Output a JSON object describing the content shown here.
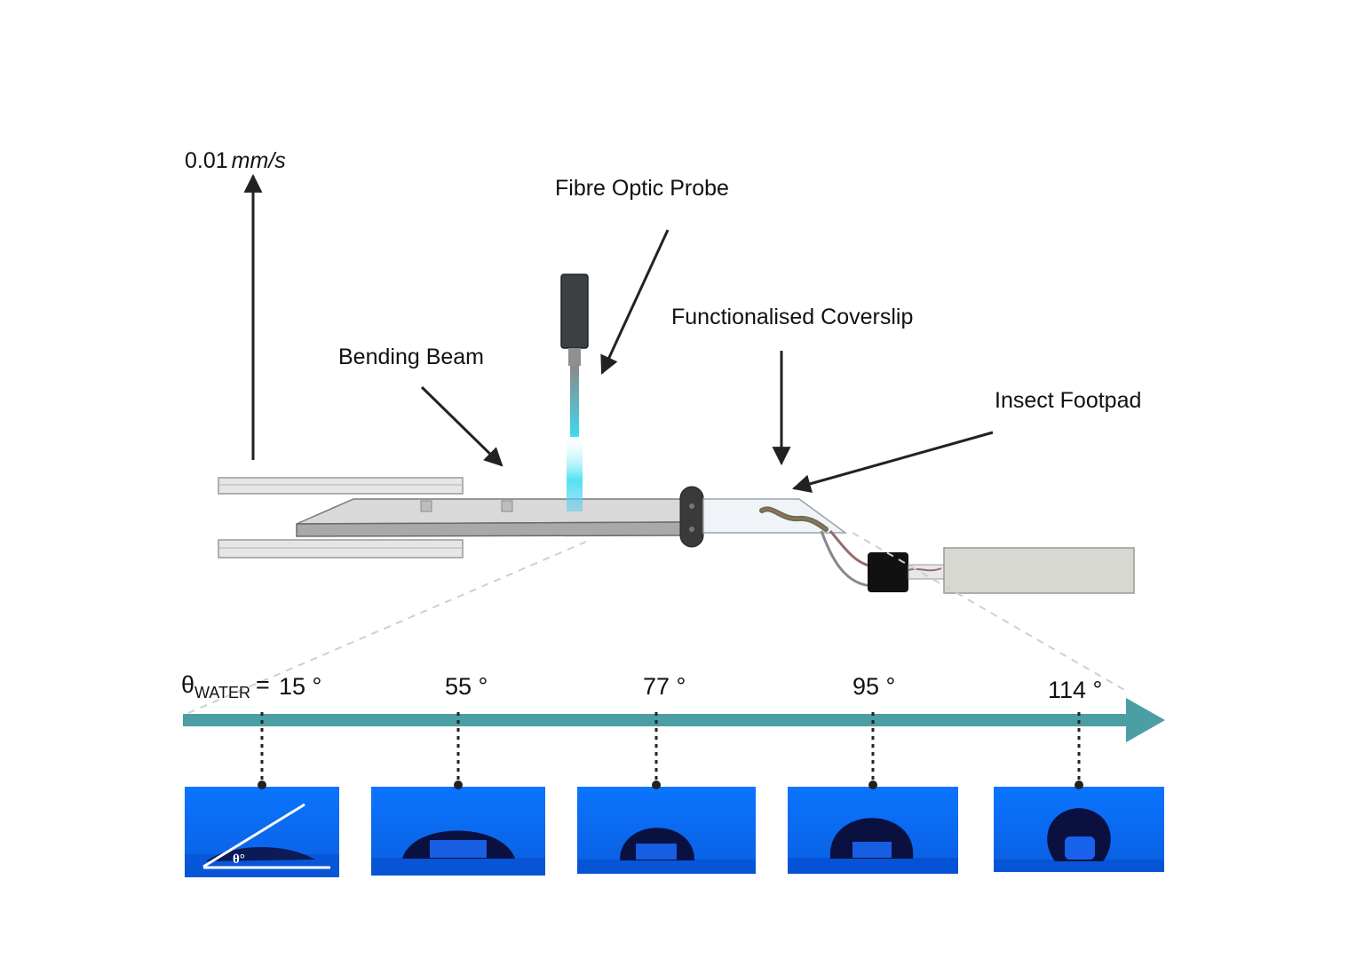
{
  "labels": {
    "speed_value": "0.01",
    "speed_unit": "mm/s",
    "fibre_probe": "Fibre Optic Probe",
    "coverslip": "Functionalised Coverslip",
    "bending_beam": "Bending Beam",
    "footpad": "Insect Footpad"
  },
  "scale": {
    "theta_symbol": "θ",
    "theta_sub": "WATER",
    "eq": "=",
    "angles": [
      "15 °",
      "55 °",
      "77 °",
      "95 °",
      "114 °"
    ],
    "inset_label": "θ°"
  },
  "colors": {
    "axis": "#4a9ea4",
    "photo_bg": "#0a6cf5",
    "probe_light": "#3fe0f0",
    "text": "#111111"
  }
}
